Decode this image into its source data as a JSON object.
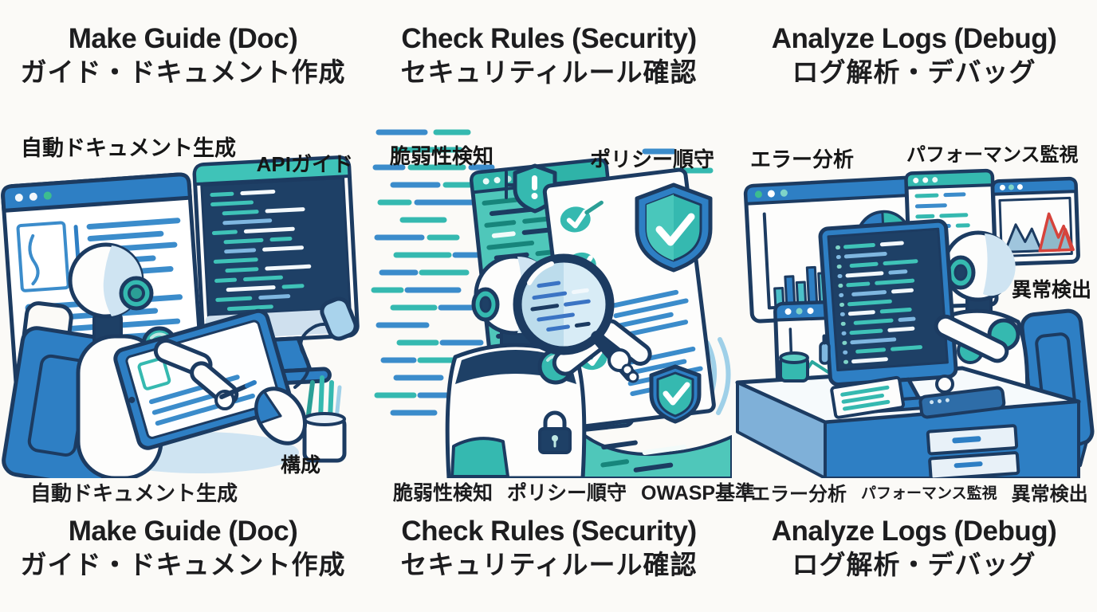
{
  "canvas": {
    "background": "#fbfaf7",
    "text_color": "#1d1d1f"
  },
  "palette": {
    "outline_navy": "#1c3b61",
    "blue": "#2e7fc4",
    "blue_line": "#3b8ccb",
    "light_blue": "#9fd0e8",
    "pale_blue": "#cfe4f2",
    "teal": "#35b9b0",
    "teal_dark": "#2b9f96",
    "screen_navy": "#1e4066",
    "alert_red": "#d6433b",
    "white": "#fdfdfc"
  },
  "panels": [
    {
      "id": "make-guide",
      "header": {
        "en": "Make Guide (Doc)",
        "ja": "ガイド・ドキュメント作成"
      },
      "callouts": {
        "top_left": "自動ドキュメント生成",
        "top_right": "APIガイド",
        "bottom_right": "構成"
      },
      "footer_tags": [
        "自動ドキュメント生成"
      ],
      "footer": {
        "en": "Make Guide (Doc)",
        "ja": "ガイド・ドキュメント作成"
      }
    },
    {
      "id": "check-rules",
      "header": {
        "en": "Check Rules (Security)",
        "ja": "セキュリティルール確認"
      },
      "callouts": {
        "top_left": "脆弱性検知",
        "top_right": "ポリシー順守"
      },
      "footer_tags": [
        "脆弱性検知",
        "ポリシー順守",
        "OWASP基準"
      ],
      "footer": {
        "en": "Check Rules (Security)",
        "ja": "セキュリティルール確認"
      }
    },
    {
      "id": "analyze-logs",
      "header": {
        "en": "Analyze Logs (Debug)",
        "ja": "ログ解析・デバッグ"
      },
      "callouts": {
        "top_left": "エラー分析",
        "top_right": "パフォーマンス監視",
        "mid_right": "異常検出"
      },
      "footer_tags": [
        "エラー分析",
        "パフォーマンス監視",
        "異常検出"
      ],
      "footer": {
        "en": "Analyze Logs (Debug)",
        "ja": "ログ解析・デバッグ"
      }
    }
  ]
}
